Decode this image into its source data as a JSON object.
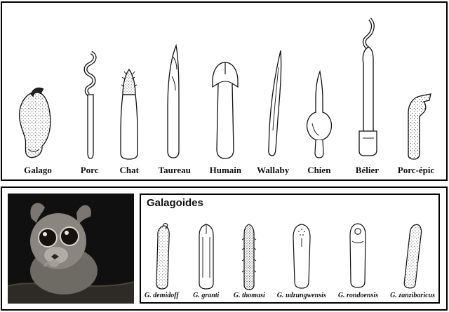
{
  "colors": {
    "background": "#ffffff",
    "panel_border": "#000000",
    "ink": "#111111"
  },
  "top_panel": {
    "specimens": [
      {
        "label": "Galago"
      },
      {
        "label": "Porc"
      },
      {
        "label": "Chat"
      },
      {
        "label": "Taureau"
      },
      {
        "label": "Humain"
      },
      {
        "label": "Wallaby"
      },
      {
        "label": "Chien"
      },
      {
        "label": "Bélier"
      },
      {
        "label": "Porc-épic"
      }
    ]
  },
  "bottom_panel": {
    "galagoides": {
      "title": "Galagoides",
      "species": [
        {
          "label": "G. demidoff"
        },
        {
          "label": "G. granti"
        },
        {
          "label": "G. thomasi"
        },
        {
          "label": "G. udzungwensis"
        },
        {
          "label": "G. rondoensis"
        },
        {
          "label": "G. zanzibaricus"
        }
      ]
    }
  }
}
